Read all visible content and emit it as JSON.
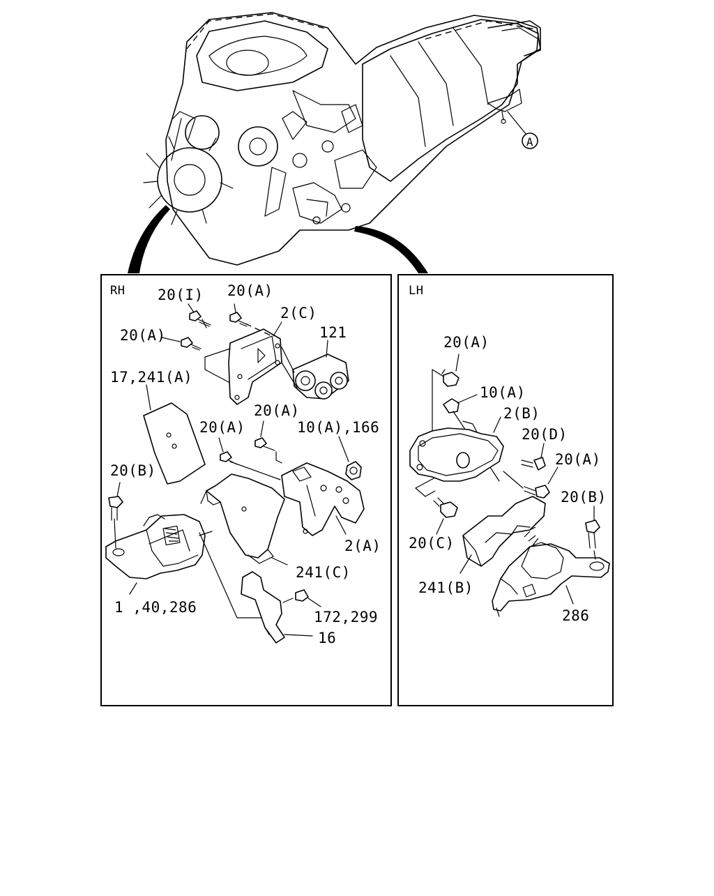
{
  "panels": {
    "rh": {
      "title": "RH",
      "labels": {
        "l_20i": "20(I)",
        "l_20a_top": "20(A)",
        "l_2c": "2(C)",
        "l_121": "121",
        "l_20a_left": "20(A)",
        "l_17_241a": "17,241(A)",
        "l_20a_mid": "20(A)",
        "l_10a_166": "10(A),166",
        "l_20a_mid2": "20(A)",
        "l_20b": "20(B)",
        "l_2a": "2(A)",
        "l_241c": "241(C)",
        "l_1_40_286": "1 ,40,286",
        "l_172_299": "172,299",
        "l_16": "16"
      }
    },
    "lh": {
      "title": "LH",
      "labels": {
        "l_20a_top": "20(A)",
        "l_10a": "10(A)",
        "l_2b": "2(B)",
        "l_20d": "20(D)",
        "l_20a_right": "20(A)",
        "l_20b": "20(B)",
        "l_20c": "20(C)",
        "l_241b": "241(B)",
        "l_286": "286"
      }
    }
  },
  "callout": "A"
}
